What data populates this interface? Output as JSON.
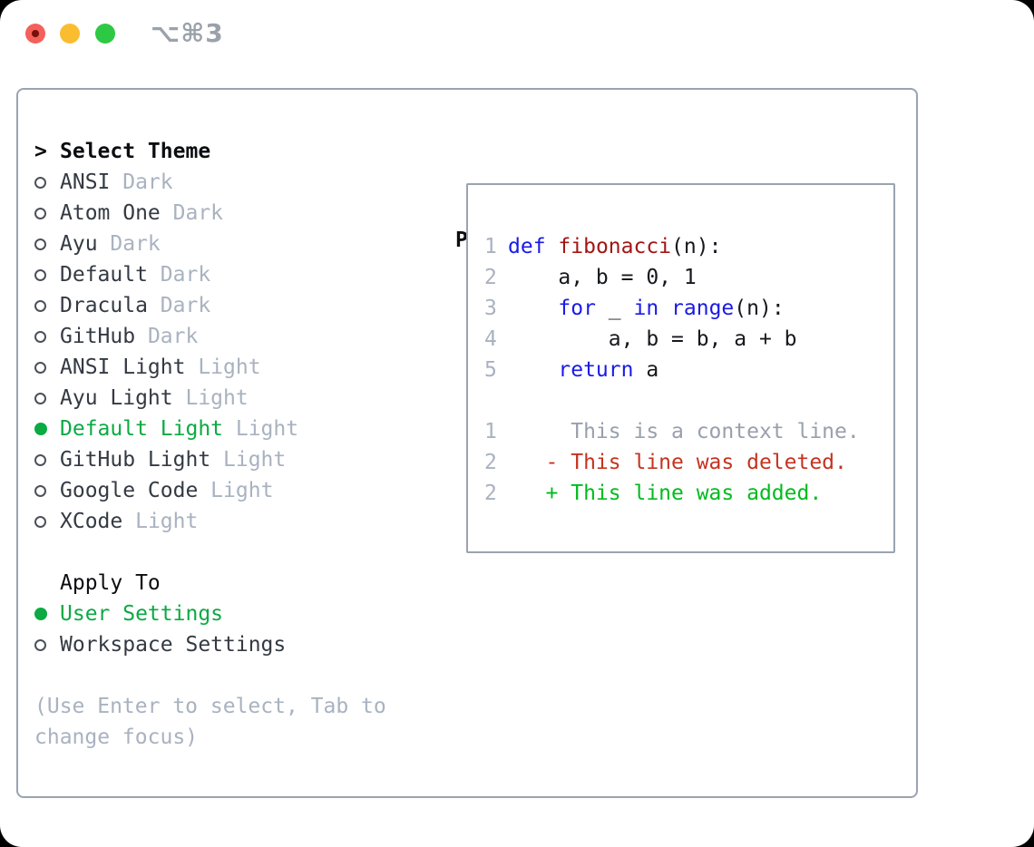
{
  "window": {
    "shortcut_label": "⌥⌘3"
  },
  "colors": {
    "traffic_red": "#f4605a",
    "traffic_yellow": "#fbbd30",
    "traffic_green": "#2ec944",
    "panel_border": "#9aa3b0",
    "selected_green": "#0baa43",
    "keyword_blue": "#1a1ae6",
    "function_red": "#a31515",
    "diff_deleted_red": "#c5331f",
    "diff_added_green": "#00bb1e",
    "muted_gray": "#a9b2c0",
    "text_dark": "#343a43"
  },
  "theme_picker": {
    "prompt_marker": ">",
    "title": "Select Theme",
    "items": [
      {
        "name": "ANSI",
        "variant": "Dark",
        "selected": false
      },
      {
        "name": "Atom One",
        "variant": "Dark",
        "selected": false
      },
      {
        "name": "Ayu",
        "variant": "Dark",
        "selected": false
      },
      {
        "name": "Default",
        "variant": "Dark",
        "selected": false
      },
      {
        "name": "Dracula",
        "variant": "Dark",
        "selected": false
      },
      {
        "name": "GitHub",
        "variant": "Dark",
        "selected": false
      },
      {
        "name": "ANSI Light",
        "variant": "Light",
        "selected": false
      },
      {
        "name": "Ayu Light",
        "variant": "Light",
        "selected": false
      },
      {
        "name": "Default Light",
        "variant": "Light",
        "selected": true
      },
      {
        "name": "GitHub Light",
        "variant": "Light",
        "selected": false
      },
      {
        "name": "Google Code",
        "variant": "Light",
        "selected": false
      },
      {
        "name": "XCode",
        "variant": "Light",
        "selected": false
      }
    ]
  },
  "apply_to": {
    "title": "Apply To",
    "options": [
      {
        "label": "User Settings",
        "selected": true
      },
      {
        "label": "Workspace Settings",
        "selected": false
      }
    ]
  },
  "hint_text": "(Use Enter to select, Tab to change focus)",
  "preview": {
    "title": "Preview",
    "code_lines": [
      {
        "num": "1",
        "segments": [
          {
            "text": "def",
            "style": "keyword"
          },
          {
            "text": " "
          },
          {
            "text": "fibonacci",
            "style": "function"
          },
          {
            "text": "(n):"
          }
        ]
      },
      {
        "num": "2",
        "segments": [
          {
            "text": "    a, b = 0, 1"
          }
        ]
      },
      {
        "num": "3",
        "segments": [
          {
            "text": "    "
          },
          {
            "text": "for",
            "style": "keyword"
          },
          {
            "text": " _ "
          },
          {
            "text": "in",
            "style": "keyword"
          },
          {
            "text": " "
          },
          {
            "text": "range",
            "style": "keyword"
          },
          {
            "text": "(n):"
          }
        ]
      },
      {
        "num": "4",
        "segments": [
          {
            "text": "        a, b = b, a + b"
          }
        ]
      },
      {
        "num": "5",
        "segments": [
          {
            "text": "    "
          },
          {
            "text": "return",
            "style": "keyword"
          },
          {
            "text": " a"
          }
        ]
      }
    ],
    "diff_lines": [
      {
        "num": "1",
        "kind": "context",
        "text": "     This is a context line."
      },
      {
        "num": "2",
        "kind": "deleted",
        "text": "   - This line was deleted."
      },
      {
        "num": "2",
        "kind": "added",
        "text": "   + This line was added."
      }
    ]
  }
}
